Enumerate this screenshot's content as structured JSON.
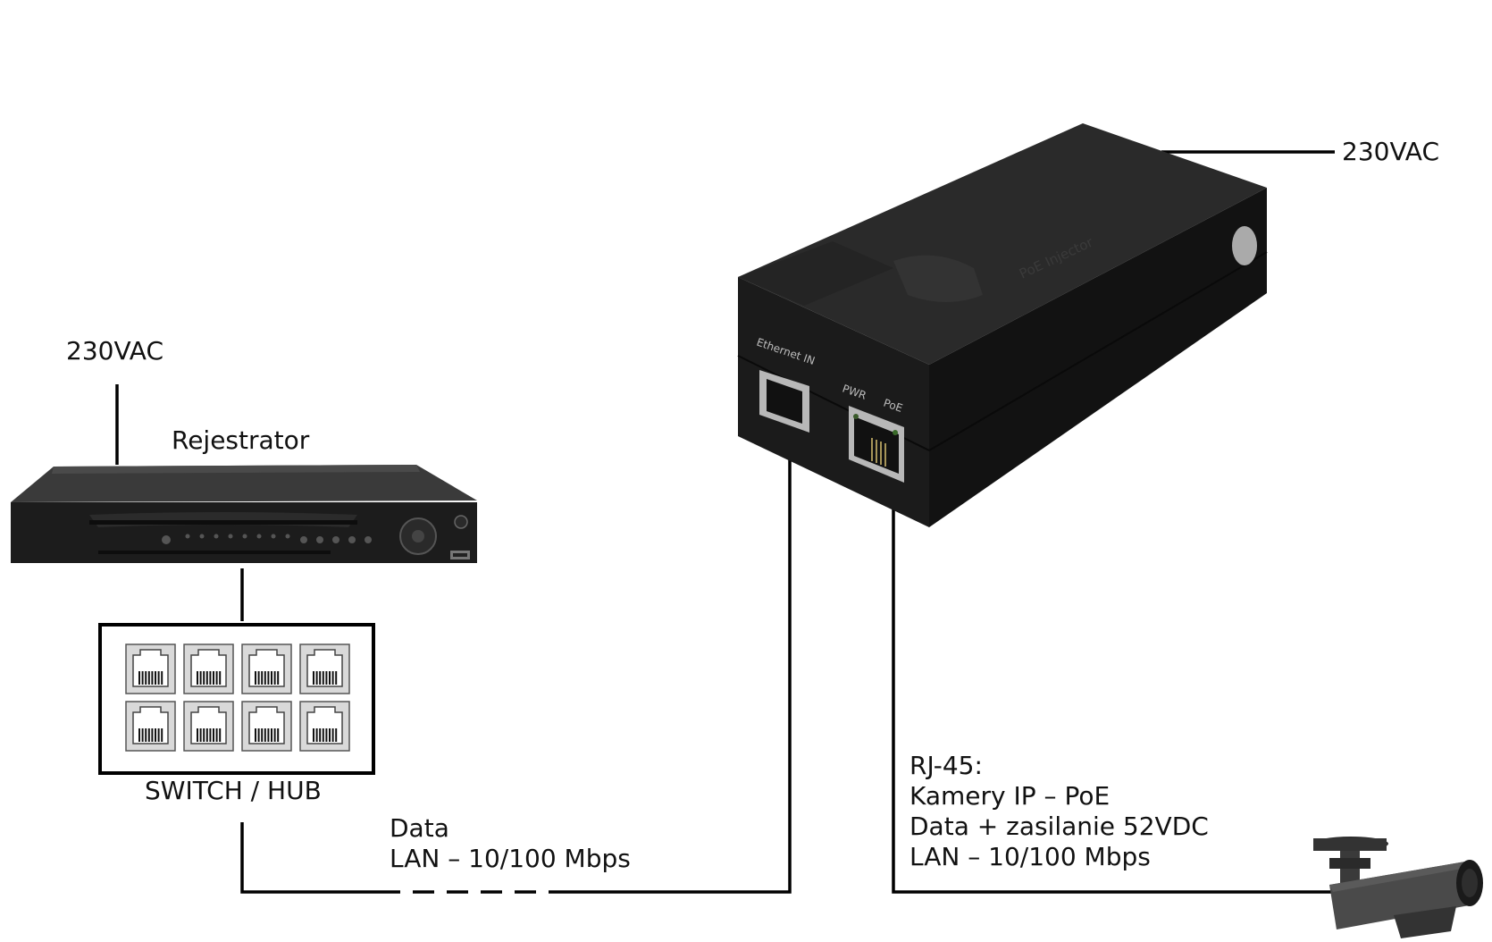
{
  "labels": {
    "recorder_power": "230VAC",
    "recorder_title": "Rejestrator",
    "switch_title": "SWITCH / HUB",
    "data_line_1": "Data",
    "data_line_2": "LAN – 10/100 Mbps",
    "injector_power": "230VAC",
    "poe_line_1": "RJ-45:",
    "poe_line_2": "Kamery IP – PoE",
    "poe_line_3": "Data + zasilanie 52VDC",
    "poe_line_4": "LAN – 10/100 Mbps"
  },
  "injector": {
    "port_in_label": "Ethernet IN",
    "led_pwr_label": "PWR",
    "led_poe_label": "PoE",
    "brand_text": "PoE Injector"
  },
  "switch_ports": 8,
  "colors": {
    "line": "#000000",
    "device_body": "#1e1e1e",
    "port_fill": "#d9d9d9"
  }
}
